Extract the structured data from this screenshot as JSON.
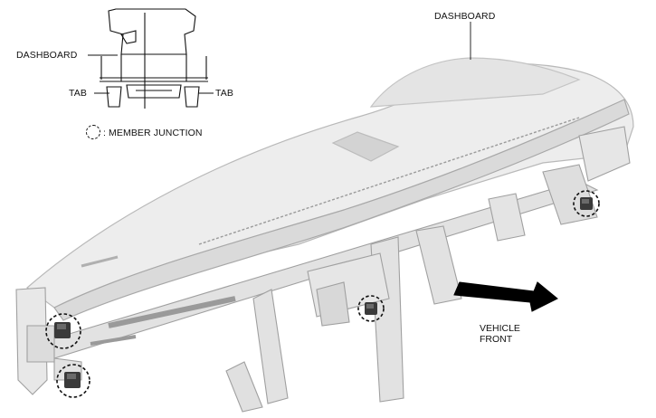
{
  "labels": {
    "dashboard_detail": "DASHBOARD",
    "dashboard_main": "DASHBOARD",
    "tab_left": "TAB",
    "tab_right": "TAB",
    "legend_text": ": MEMBER JUNCTION",
    "vehicle_front_line1": "VEHICLE",
    "vehicle_front_line2": "FRONT"
  },
  "colors": {
    "line": "#111111",
    "panel_light": "#ececec",
    "panel_mid": "#d9d9d9",
    "panel_dark": "#9a9a9a",
    "arrow": "#000000",
    "junction_fill": "#3a3a3a"
  }
}
